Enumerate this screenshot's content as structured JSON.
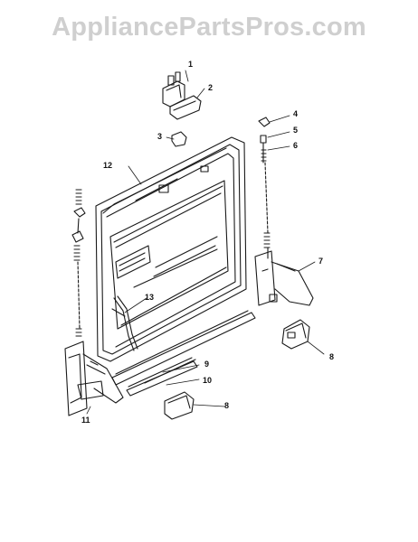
{
  "watermark": "AppliancePartsPros.com",
  "diagram": {
    "callouts": [
      "1",
      "2",
      "3",
      "4",
      "5",
      "6",
      "7",
      "8",
      "8",
      "9",
      "10",
      "11",
      "12",
      "13"
    ]
  },
  "colors": {
    "ink": "#1a1a1a",
    "watermark": "#cfcfcf",
    "background": "#ffffff"
  }
}
